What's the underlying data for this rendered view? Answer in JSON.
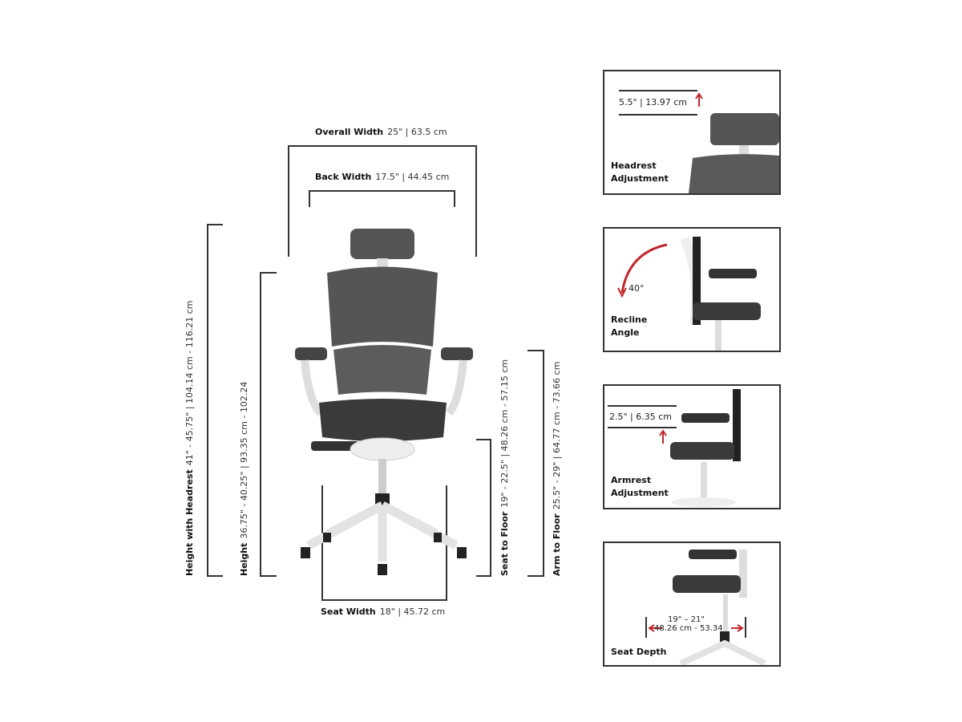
{
  "dimensions": {
    "overall_width": {
      "label": "Overall Width",
      "value": "25\" | 63.5 cm"
    },
    "back_width": {
      "label": "Back Width",
      "value": "17.5\" | 44.45 cm"
    },
    "height_with_headrest": {
      "label": "Height with Headrest",
      "value": "41\" - 45.75\" | 104.14 cm - 116.21 cm"
    },
    "height": {
      "label": "Height",
      "value": "36.75\" - 40.25\" | 93.35 cm - 102.24"
    },
    "seat_to_floor": {
      "label": "Seat to Floor",
      "value": "19\" - 22.5\" | 48.26 cm - 57.15 cm"
    },
    "arm_to_floor": {
      "label": "Arm to Floor",
      "value": "25.5\" - 29\" | 64.77 cm - 73.66 cm"
    },
    "seat_width": {
      "label": "Seat Width",
      "value": "18\" | 45.72 cm"
    }
  },
  "panels": [
    {
      "title": "Headrest Adjustment",
      "value": "5.5\" | 13.97 cm"
    },
    {
      "title": "Recline Angle",
      "value": "40°"
    },
    {
      "title": "Armrest Adjustment",
      "value": "2.5\" | 6.35 cm"
    },
    {
      "title": "Seat Depth",
      "value": "19\" – 21\"",
      "value2": "48.26 cm - 53.34"
    }
  ],
  "colors": {
    "accent": "#c0282d",
    "line": "#333333",
    "mesh": "#555555",
    "frame": "#eeeeee"
  }
}
